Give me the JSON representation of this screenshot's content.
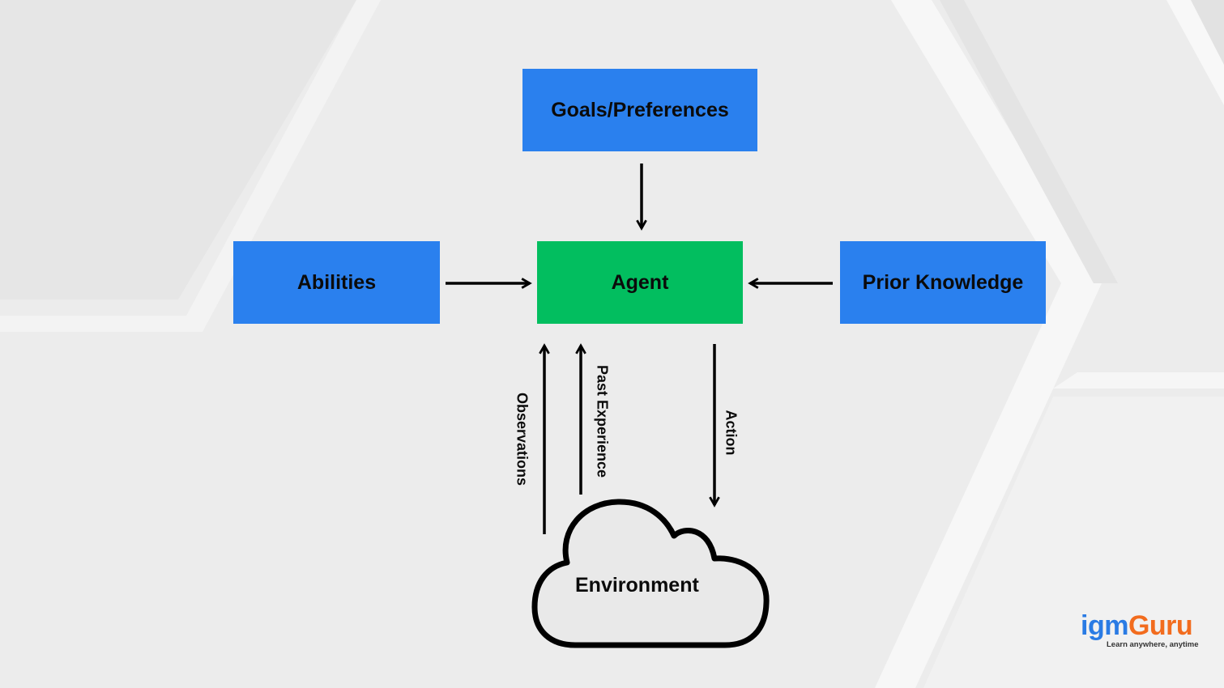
{
  "diagram": {
    "nodes": {
      "goals": {
        "label": "Goals/Preferences",
        "color": "#2a80ee"
      },
      "abilities": {
        "label": "Abilities",
        "color": "#2a80ee"
      },
      "agent": {
        "label": "Agent",
        "color": "#02be5f"
      },
      "prior_knowledge": {
        "label": "Prior Knowledge",
        "color": "#2a80ee"
      },
      "environment": {
        "label": "Environment"
      }
    },
    "edges": [
      {
        "from": "Goals/Preferences",
        "to": "Agent",
        "label": ""
      },
      {
        "from": "Abilities",
        "to": "Agent",
        "label": ""
      },
      {
        "from": "Prior Knowledge",
        "to": "Agent",
        "label": ""
      },
      {
        "from": "Environment",
        "to": "Agent",
        "label": "Observations"
      },
      {
        "from": "Environment",
        "to": "Agent",
        "label": "Past Experience"
      },
      {
        "from": "Agent",
        "to": "Environment",
        "label": "Action"
      }
    ],
    "edge_labels": {
      "observations": "Observations",
      "past_experience": "Past Experience",
      "action": "Action"
    }
  },
  "logo": {
    "part1": "igm",
    "part2": "Guru",
    "tagline": "Learn anywhere, anytime",
    "color1": "#2a7be4",
    "color2": "#f26c1e"
  }
}
